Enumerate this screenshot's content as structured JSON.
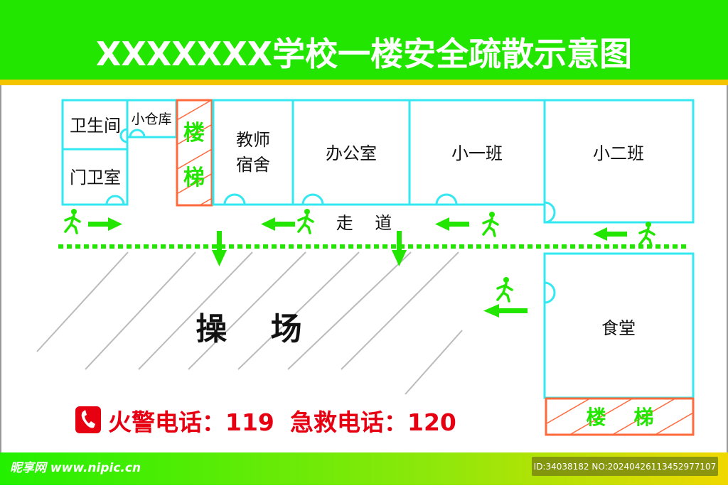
{
  "title": "XXXXXXX学校一楼安全疏散示意图",
  "rooms": {
    "toilet": "卫生间",
    "guard": "门卫室",
    "storage": "小仓库",
    "dorm_1": "教师",
    "dorm_2": "宿舍",
    "office": "办公室",
    "class1": "小一班",
    "class2": "小二班",
    "canteen": "食堂"
  },
  "stairs": {
    "char1": "楼",
    "char2": "梯",
    "bottom": "楼    梯"
  },
  "corridor": "走    道",
  "playground": "操    场",
  "phones": {
    "fire": "火警电话：119",
    "emergency": "急救电话：120"
  },
  "footer": {
    "logo": "昵享网 www.nipic.cn",
    "id": "ID:34038182 NO:20240426113452977107"
  },
  "colors": {
    "header": "#22e600",
    "route": "#22e600",
    "room": "#33e8f0",
    "stairs": "#ff6a3d",
    "phone": "#e60012"
  },
  "icons": [
    "running-man-icon",
    "arrow-icon",
    "phone-icon"
  ]
}
